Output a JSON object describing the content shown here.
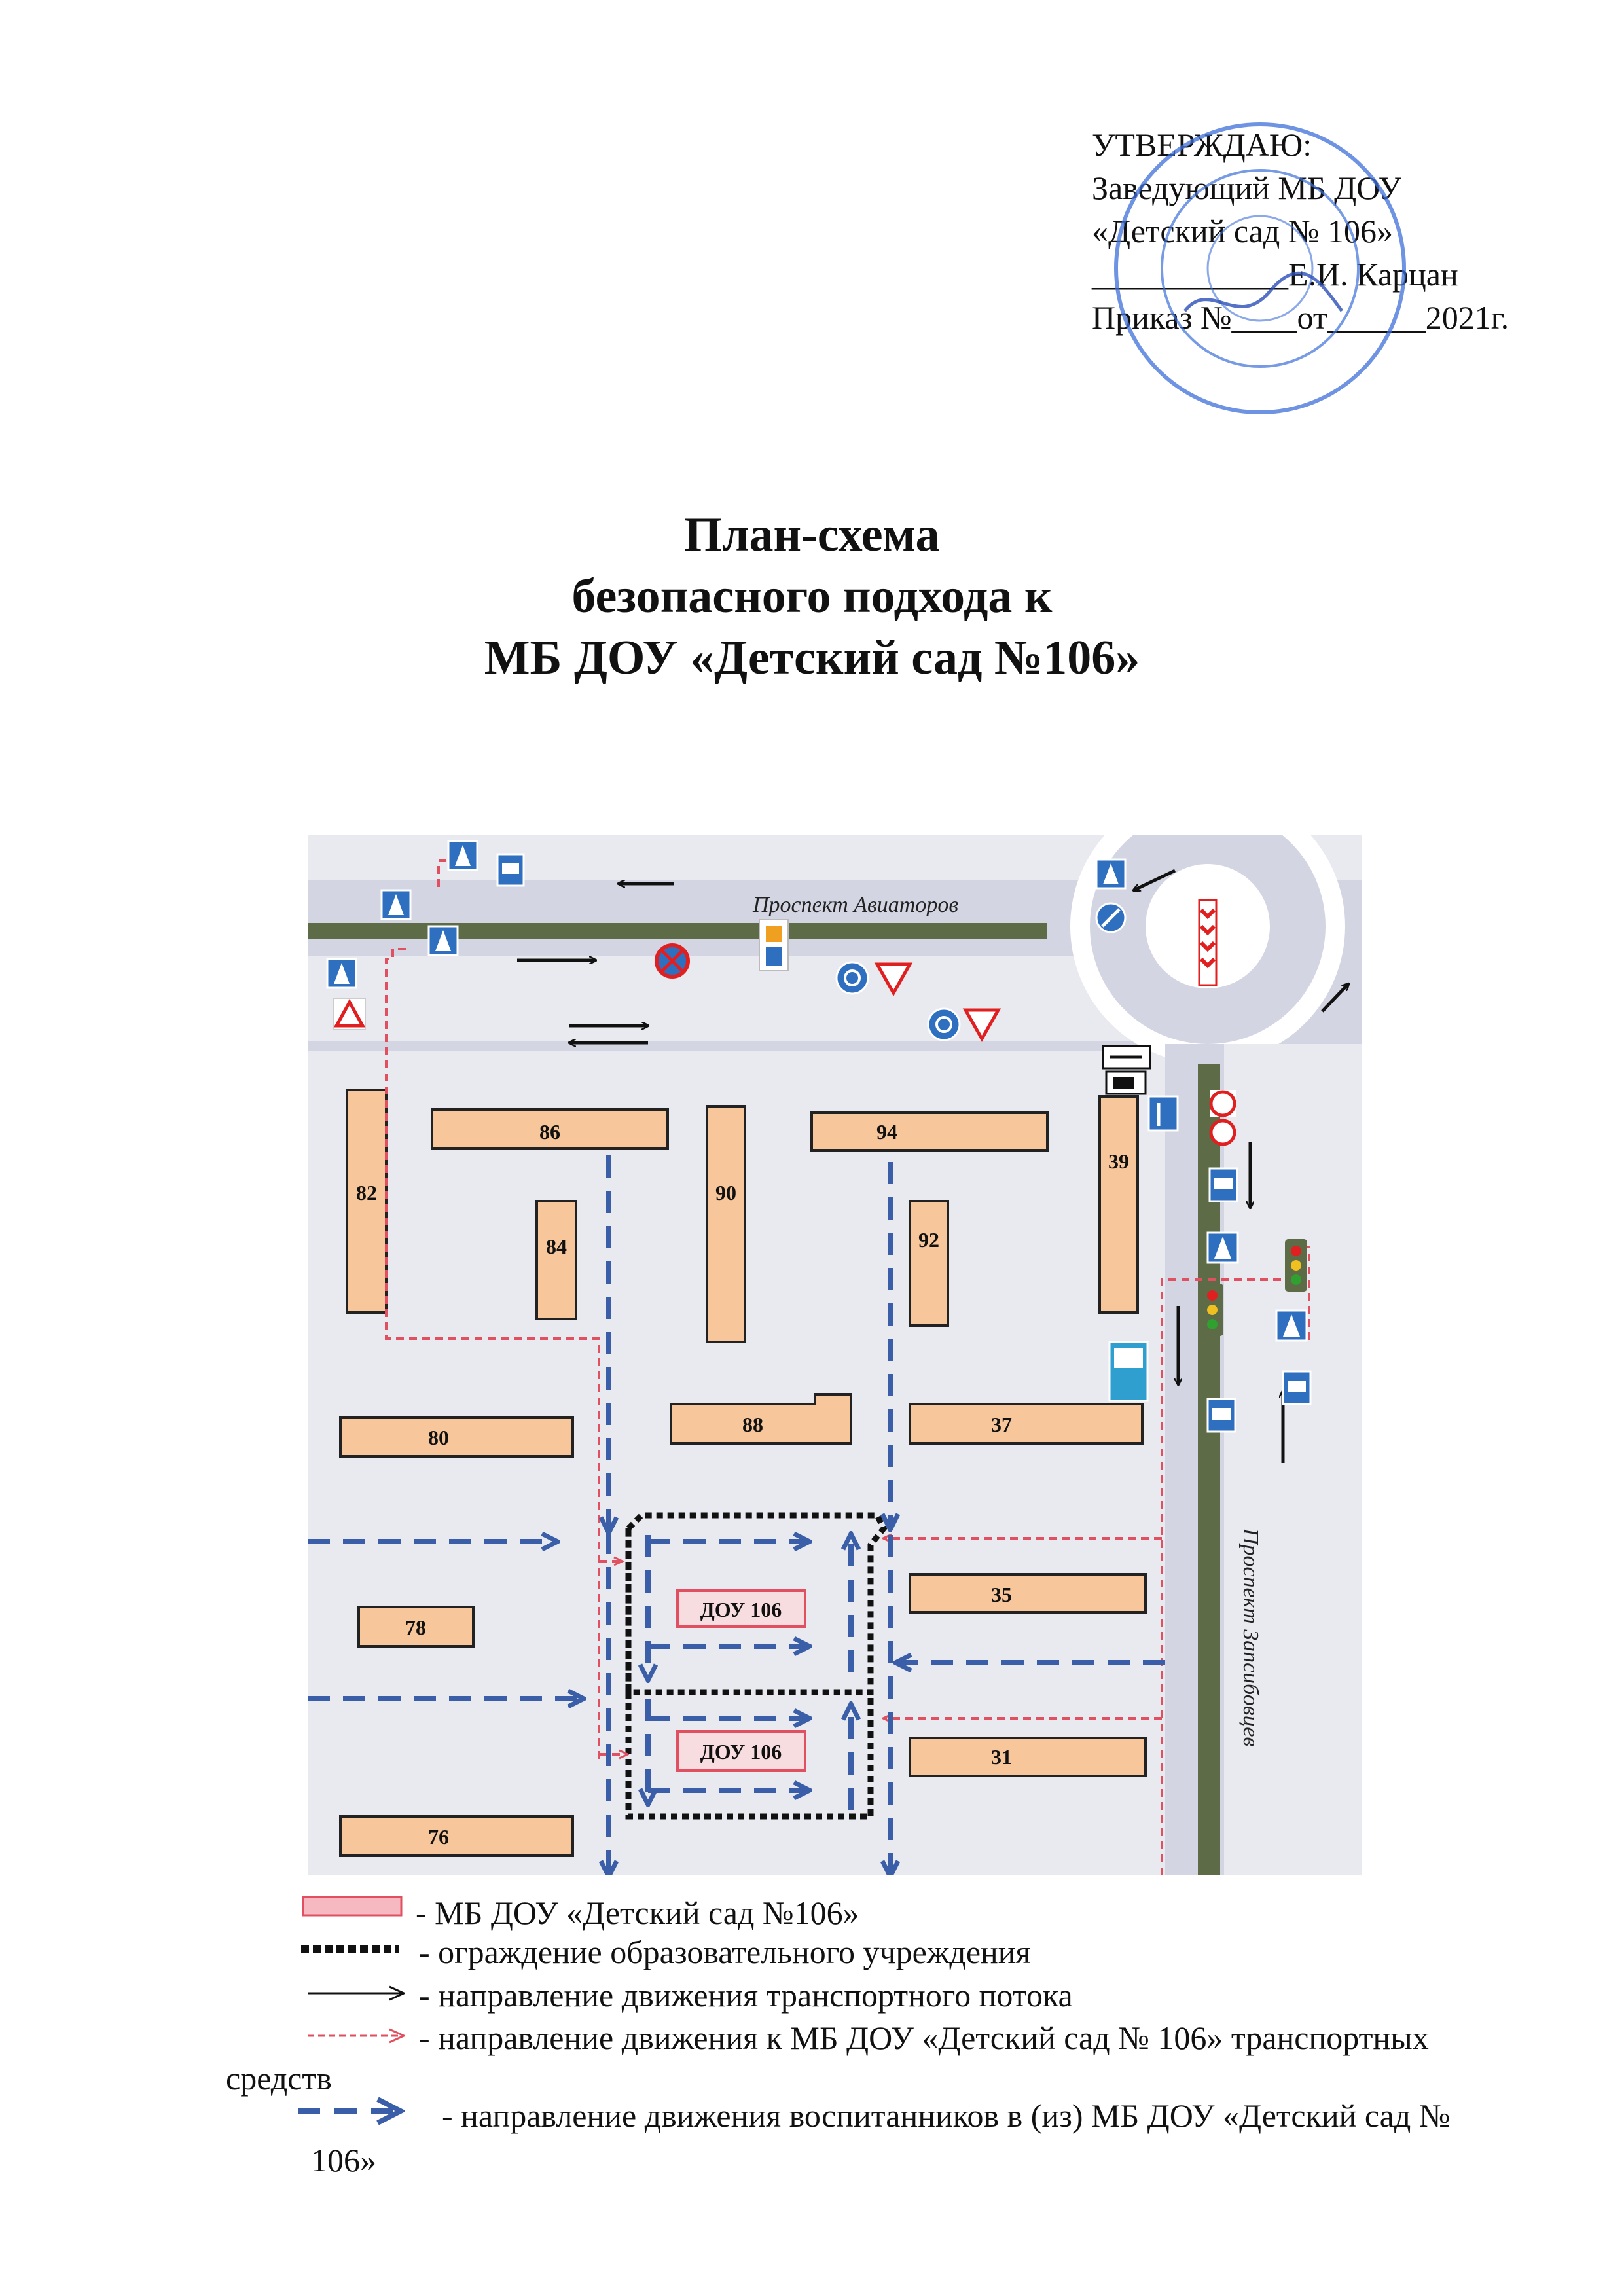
{
  "approval": {
    "line1": "УТВЕРЖДАЮ:",
    "line2": "Заведующий МБ ДОУ",
    "line3": "«Детский сад № 106»",
    "line4": "____________Е.И. Карцан",
    "line5": "Приказ №____от______2021г."
  },
  "title": {
    "line1": "План-схема",
    "line2": "безопасного подхода к",
    "line3": "МБ ДОУ «Детский сад №106»"
  },
  "map": {
    "streets": {
      "top": "Проспект Авиаторов",
      "right": "Проспект Запсибовцев"
    },
    "buildings": [
      "82",
      "86",
      "84",
      "90",
      "94",
      "92",
      "39",
      "80",
      "88",
      "37",
      "35",
      "78",
      "31",
      "76"
    ],
    "dou_labels": [
      "ДОУ 106",
      "ДОУ 106"
    ],
    "colors": {
      "road": "#d3d6e2",
      "block": "#e9eaef",
      "building": "#f7c69a",
      "median": "#5d6b46",
      "pupil_route": "#3a5fa8",
      "vehicle_route": "#e05060",
      "fence": "#111111",
      "dou_fill": "#f8dde0"
    }
  },
  "legend": {
    "item1": "- МБ ДОУ «Детский сад №106»",
    "item2": "- ограждение образовательного учреждения",
    "item3": "- направление движения транспортного потока",
    "item4": "- направление движения к МБ ДОУ «Детский сад № 106» транспортных",
    "item4b": "средств",
    "item5": "- направление движения воспитанников в (из) МБ ДОУ «Детский сад №",
    "item5b": "106»"
  }
}
